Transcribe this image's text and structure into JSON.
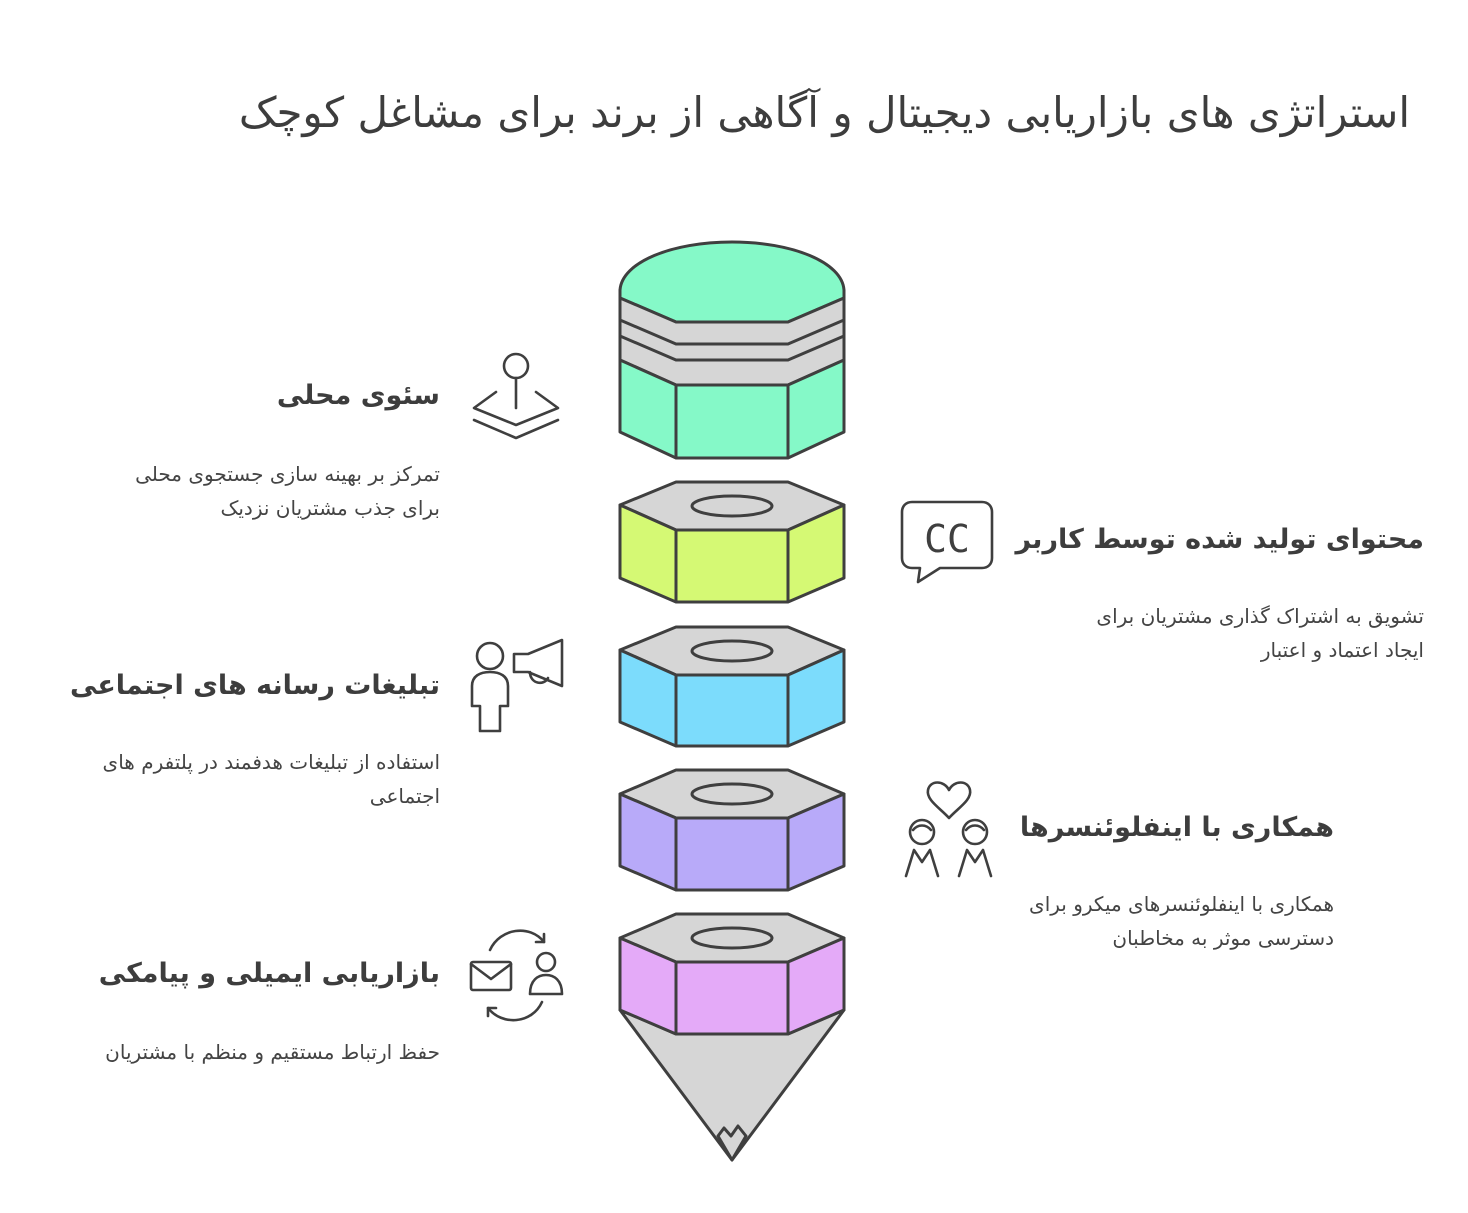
{
  "title": "استراتژی های بازاریابی دیجیتال و آگاهی از برند برای مشاغل کوچک",
  "colors": {
    "stroke": "#3f3f3f",
    "gray": "#d6d6d6",
    "green": "#85f9c8",
    "lime": "#d5f974",
    "cyan": "#7cdcfc",
    "purple": "#b8aaf9",
    "pink": "#e4aaf8"
  },
  "items": [
    {
      "id": "local-seo",
      "side": "left",
      "icon": "map-pin-layers-icon",
      "title": "سئوی محلی",
      "lines": [
        "تمرکز بر بهینه سازی جستجوی محلی",
        "برای جذب مشتریان نزدیک"
      ]
    },
    {
      "id": "social-ads",
      "side": "left",
      "icon": "megaphone-person-icon",
      "title": "تبلیغات رسانه های اجتماعی",
      "lines": [
        "استفاده از تبلیغات هدفمند در پلتفرم های",
        "اجتماعی"
      ]
    },
    {
      "id": "email-sms",
      "side": "left",
      "icon": "email-person-cycle-icon",
      "title": "بازاریابی ایمیلی و پیامکی",
      "lines": [
        "حفظ ارتباط مستقیم و منظم با مشتریان"
      ]
    },
    {
      "id": "ugc",
      "side": "right",
      "icon": "cc-speech-bubble-icon",
      "title": "محتوای تولید شده توسط کاربر",
      "lines": [
        "تشویق به اشتراک گذاری مشتریان برای",
        "ایجاد اعتماد و اعتبار"
      ]
    },
    {
      "id": "influencers",
      "side": "right",
      "icon": "two-people-heart-icon",
      "title": "همکاری با اینفلوئنسرها",
      "lines": [
        "همکاری با اینفلوئنسرهای میکرو برای",
        "دسترسی موثر به مخاطبان"
      ]
    }
  ]
}
